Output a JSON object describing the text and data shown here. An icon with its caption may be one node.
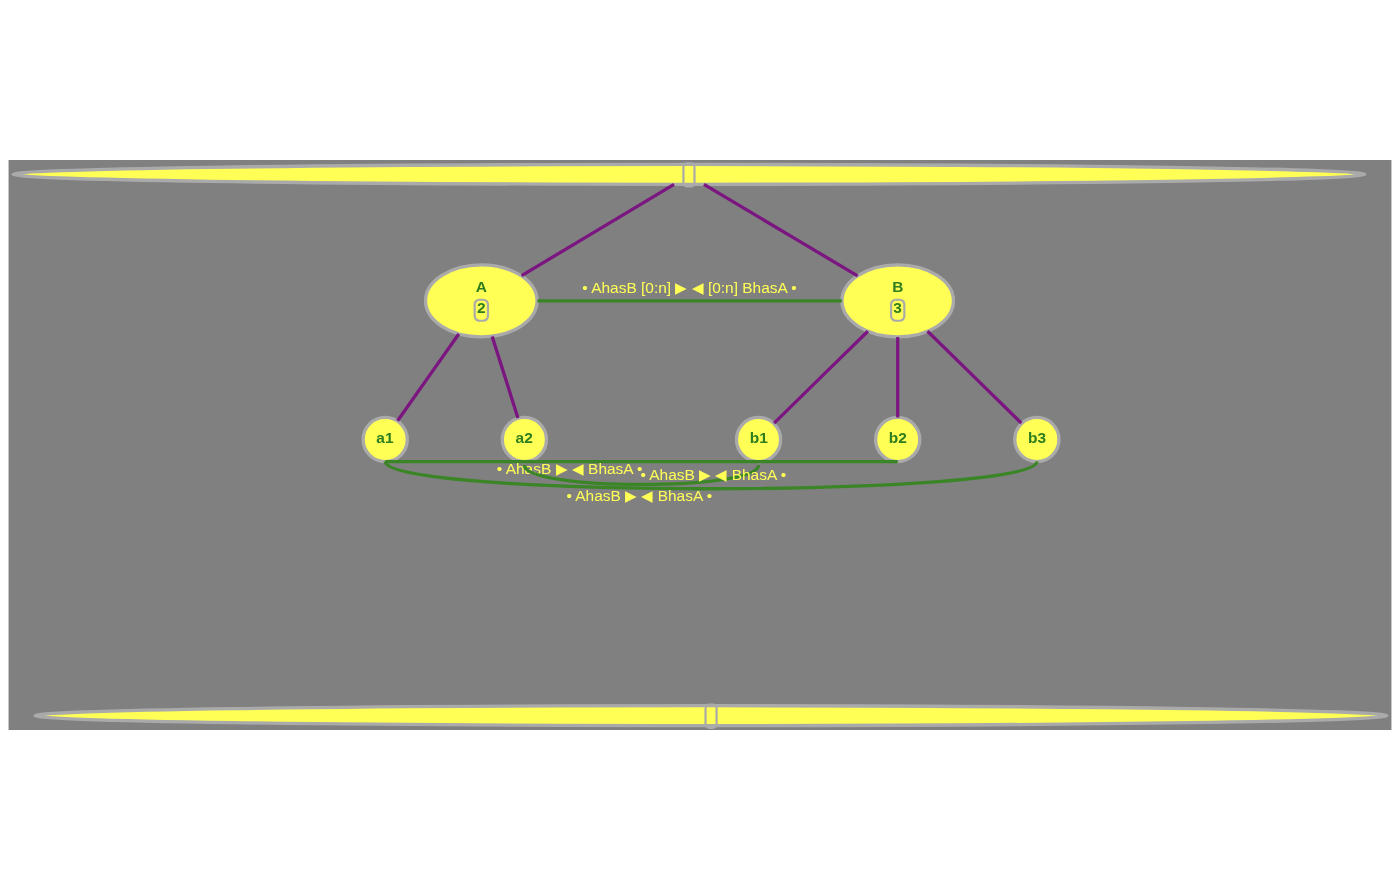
{
  "diagram": {
    "nodes": [
      {
        "text": [],
        "shape": "ellipse"
      },
      {
        "text": [
          "A",
          "2"
        ]
      },
      {
        "text": [
          "B",
          "3"
        ]
      },
      {
        "text": [
          "a1"
        ]
      },
      {
        "text": [
          "a2"
        ]
      },
      {
        "text": [
          "b1"
        ]
      },
      {
        "text": [
          "b2"
        ]
      },
      {
        "text": [
          "b3"
        ]
      },
      {
        "text": [],
        "shape": "ellipse"
      }
    ],
    "edges": [
      {
        "from": 0,
        "to": 1,
        "arrow": "none"
      },
      {
        "from": 0,
        "to": 2,
        "arrow": "none"
      },
      {
        "from": 1,
        "to": 2,
        "arrow": "none",
        "label": "• AhasB [0:n] ▶ ◀ [0:n] BhasA •",
        "color": "#3a8526"
      },
      {
        "from": 1,
        "to": 3,
        "arrow": "none"
      },
      {
        "from": 1,
        "to": 4,
        "arrow": "none"
      },
      {
        "from": 2,
        "to": 5,
        "arrow": "none"
      },
      {
        "from": 2,
        "to": 6,
        "arrow": "none"
      },
      {
        "from": 2,
        "to": 7,
        "arrow": "none"
      },
      {
        "from": 4,
        "to": 5,
        "arrow": "none",
        "label": "• AhasB ▶ ◀ BhasA •",
        "color": "#3a8526"
      },
      {
        "from": 3,
        "to": 6,
        "arrow": "none",
        "label": "• AhasB ▶ ◀ BhasA •",
        "color": "#3a8526"
      },
      {
        "from": 3,
        "to": 7,
        "arrow": "none",
        "label": "• AhasB ▶ ◀ BhasA •",
        "color": "#3a8526"
      }
    ]
  }
}
